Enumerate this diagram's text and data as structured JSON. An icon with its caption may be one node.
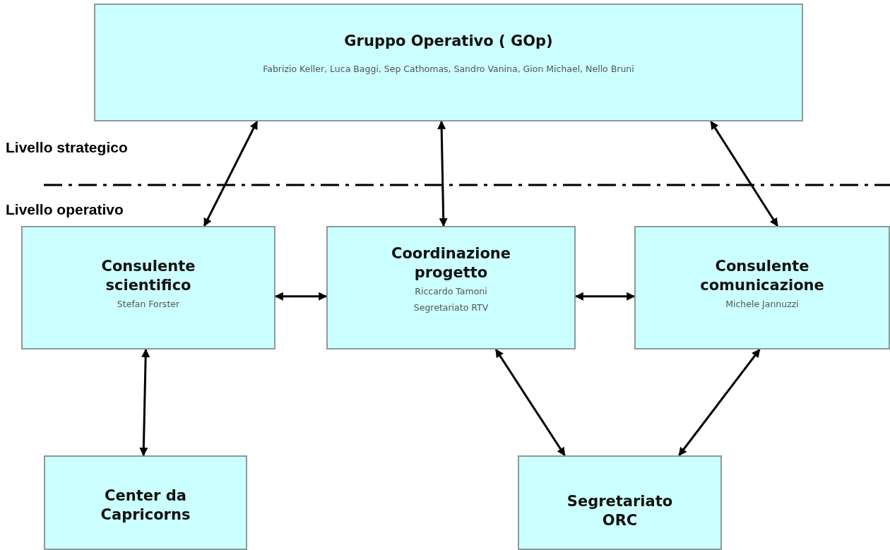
{
  "diagram": {
    "nodes": [
      {
        "text": [
          "Gruppo Operativo ( GOp)",
          "Fabrizio Keller, Luca Baggi, Sep Cathomas, Sandro Vanina, Gion Michael, Nello Bruni"
        ]
      },
      {
        "text": [
          "Consulente scientifico",
          "Stefan  Forster"
        ]
      },
      {
        "text": [
          "Coordinazione progetto",
          "Riccardo Tamoni",
          "Segretariato RTV"
        ]
      },
      {
        "text": [
          "Consulente comunicazione",
          "Michele  Jannuzzi"
        ]
      },
      {
        "text": [
          "Center da Capricorns"
        ]
      },
      {
        "text": [
          "Segretariato ORC"
        ]
      }
    ],
    "edges": [
      {
        "from": 0,
        "to": 1,
        "arrow": "both"
      },
      {
        "from": 0,
        "to": 2,
        "arrow": "both"
      },
      {
        "from": 0,
        "to": 3,
        "arrow": "both"
      },
      {
        "from": 1,
        "to": 2,
        "arrow": "both"
      },
      {
        "from": 2,
        "to": 3,
        "arrow": "both"
      },
      {
        "from": 1,
        "to": 4,
        "arrow": "both"
      },
      {
        "from": 2,
        "to": 5,
        "arrow": "both"
      },
      {
        "from": 3,
        "to": 5,
        "arrow": "both"
      }
    ],
    "labels": [
      "Livello strategico",
      "Livello operativo"
    ]
  }
}
